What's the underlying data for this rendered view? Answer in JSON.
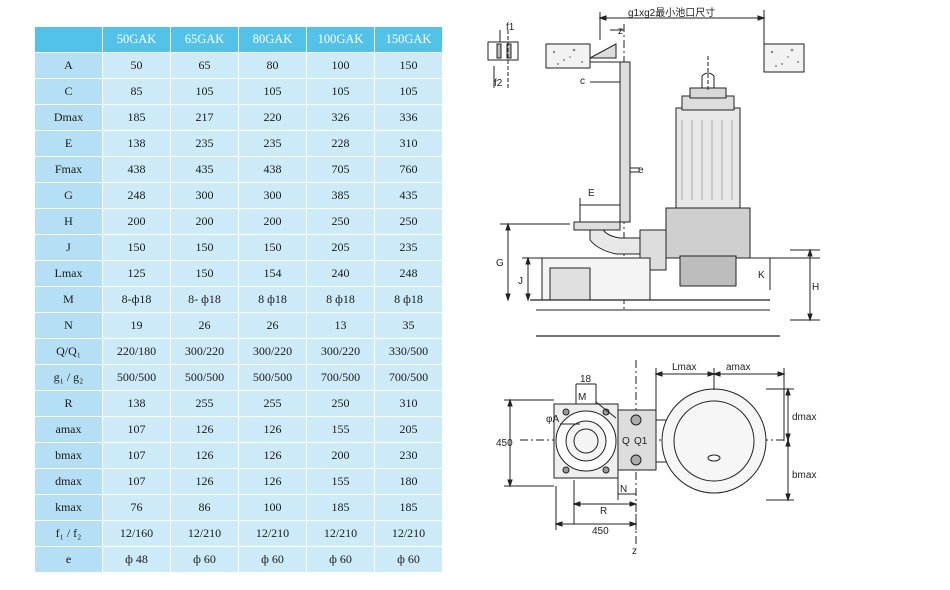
{
  "table": {
    "headers": [
      "",
      "50GAK",
      "65GAK",
      "80GAK",
      "100GAK",
      "150GAK"
    ],
    "rows": [
      {
        "label": "A",
        "values": [
          "50",
          "65",
          "80",
          "100",
          "150"
        ]
      },
      {
        "label": "C",
        "values": [
          "85",
          "105",
          "105",
          "105",
          "105"
        ]
      },
      {
        "label": "Dmax",
        "values": [
          "185",
          "217",
          "220",
          "326",
          "336"
        ]
      },
      {
        "label": "E",
        "values": [
          "138",
          "235",
          "235",
          "228",
          "310"
        ]
      },
      {
        "label": "Fmax",
        "values": [
          "438",
          "435",
          "438",
          "705",
          "760"
        ]
      },
      {
        "label": "G",
        "values": [
          "248",
          "300",
          "300",
          "385",
          "435"
        ]
      },
      {
        "label": "H",
        "values": [
          "200",
          "200",
          "200",
          "250",
          "250"
        ]
      },
      {
        "label": "J",
        "values": [
          "150",
          "150",
          "150",
          "205",
          "235"
        ]
      },
      {
        "label": "Lmax",
        "values": [
          "125",
          "150",
          "154",
          "240",
          "248"
        ]
      },
      {
        "label": "M",
        "values": [
          "8-ф18",
          "8- ф18",
          "8 ф18",
          "8 ф18",
          "8 ф18"
        ]
      },
      {
        "label": "N",
        "values": [
          "19",
          "26",
          "26",
          "13",
          "35"
        ]
      },
      {
        "label": "Q/Q₁",
        "values": [
          "220/180",
          "300/220",
          "300/220",
          "300/220",
          "330/500"
        ]
      },
      {
        "label": "g₁ / g₂",
        "values": [
          "500/500",
          "500/500",
          "500/500",
          "700/500",
          "700/500"
        ]
      },
      {
        "label": "R",
        "values": [
          "138",
          "255",
          "255",
          "250",
          "310"
        ]
      },
      {
        "label": "amax",
        "values": [
          "107",
          "126",
          "126",
          "155",
          "205"
        ]
      },
      {
        "label": "bmax",
        "values": [
          "107",
          "126",
          "126",
          "200",
          "230"
        ]
      },
      {
        "label": "dmax",
        "values": [
          "107",
          "126",
          "126",
          "155",
          "180"
        ]
      },
      {
        "label": "kmax",
        "values": [
          "76",
          "86",
          "100",
          "185",
          "185"
        ]
      },
      {
        "label": "f₁ / f₂",
        "values": [
          "12/160",
          "12/210",
          "12/210",
          "12/210",
          "12/210"
        ]
      },
      {
        "label": "e",
        "values": [
          "ф 48",
          "ф 60",
          "ф 60",
          "ф 60",
          "ф 60"
        ]
      }
    ]
  },
  "diagram": {
    "labels": {
      "f1": "f1",
      "f2": "f2",
      "z_top": "z",
      "pit": "g1xg2最小池口尺寸",
      "c": "c",
      "e": "e",
      "E": "E",
      "G": "G",
      "J": "J",
      "K": "K",
      "H": "H",
      "lmax": "Lmax",
      "amax": "amax",
      "d18": "18",
      "M": "M",
      "phiA": "φA",
      "Q": "Q",
      "Q1": "Q1",
      "d450_left": "450",
      "dmax": "dmax",
      "bmax": "bmax",
      "N": "N",
      "R": "R",
      "d450_bottom": "450",
      "z_bottom": "z"
    }
  }
}
